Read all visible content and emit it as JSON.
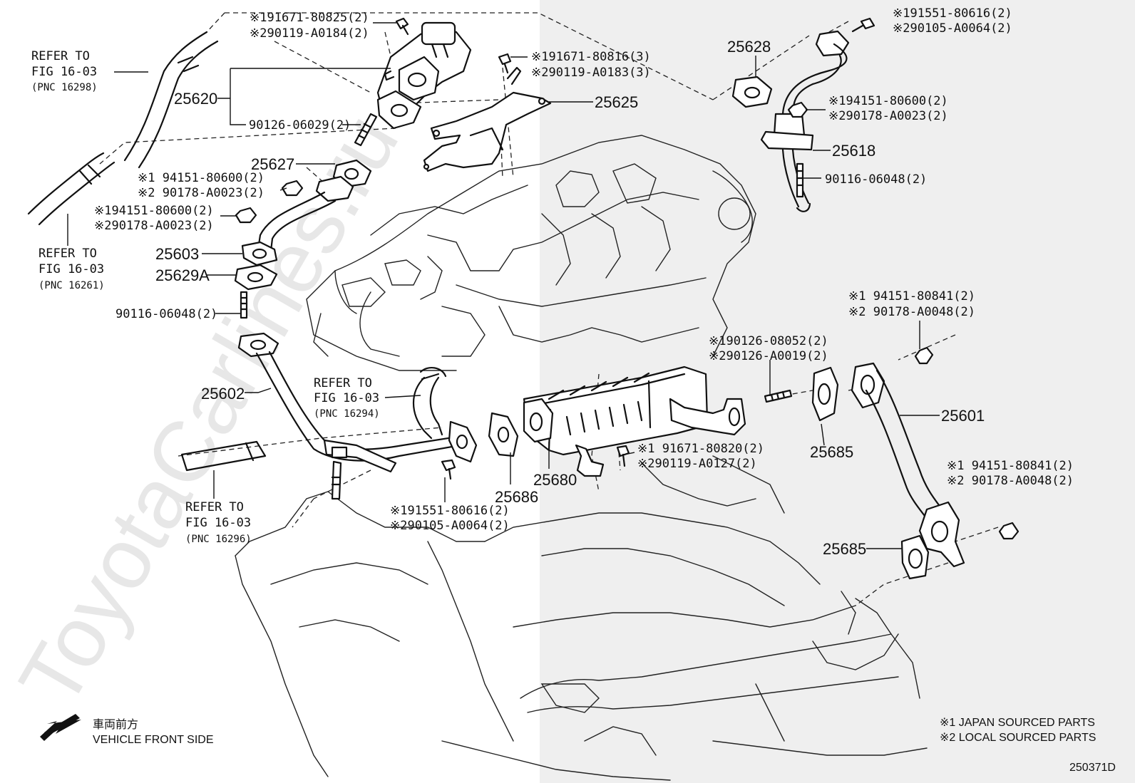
{
  "watermark": "ToyotaCarlines.ru",
  "diagram_code": "250371D",
  "direction": {
    "label_jp": "車両前方",
    "label_en": "VEHICLE FRONT SIDE",
    "icon": "arrow-down-left-icon"
  },
  "legend": {
    "note1": "※1 JAPAN SOURCED PARTS",
    "note2": "※2 LOCAL SOURCED PARTS"
  },
  "references": [
    {
      "line1": "REFER TO",
      "line2": "FIG 16-03",
      "pnc": "(PNC 16298)"
    },
    {
      "line1": "REFER TO",
      "line2": "FIG 16-03",
      "pnc": "(PNC 16261)"
    },
    {
      "line1": "REFER TO",
      "line2": "FIG 16-03",
      "pnc": "(PNC 16294)"
    },
    {
      "line1": "REFER TO",
      "line2": "FIG 16-03",
      "pnc": "(PNC 16296)"
    }
  ],
  "part_numbers": {
    "p25620": "25620",
    "p25625": "25625",
    "p25627": "25627",
    "p25603": "25603",
    "p25629A": "25629A",
    "p25602": "25602",
    "p25628": "25628",
    "p25618": "25618",
    "p25601": "25601",
    "p25685a": "25685",
    "p25685b": "25685",
    "p25680": "25680",
    "p25686": "25686"
  },
  "fasteners": {
    "f1a": "※191671-80825(2)",
    "f1b": "※290119-A0184(2)",
    "f2a": "※191671-80816(3)",
    "f2b": "※290119-A0183(3)",
    "f3": "90126-06029(2)",
    "f4a": "※1 94151-80600(2)",
    "f4b": "※2 90178-A0023(2)",
    "f5a": "※194151-80600(2)",
    "f5b": "※290178-A0023(2)",
    "f6": "90116-06048(2)",
    "f7a": "※191551-80616(2)",
    "f7b": "※290105-A0064(2)",
    "f8a": "※194151-80600(2)",
    "f8b": "※290178-A0023(2)",
    "f9": "90116-06048(2)",
    "f10a": "※1 94151-80841(2)",
    "f10b": "※2 90178-A0048(2)",
    "f11a": "※190126-08052(2)",
    "f11b": "※290126-A0019(2)",
    "f12a": "※1 91671-80820(2)",
    "f12b": "※290119-A0127(2)",
    "f13a": "※191551-80616(2)",
    "f13b": "※290105-A0064(2)",
    "f14a": "※1 94151-80841(2)",
    "f14b": "※2 90178-A0048(2)"
  }
}
